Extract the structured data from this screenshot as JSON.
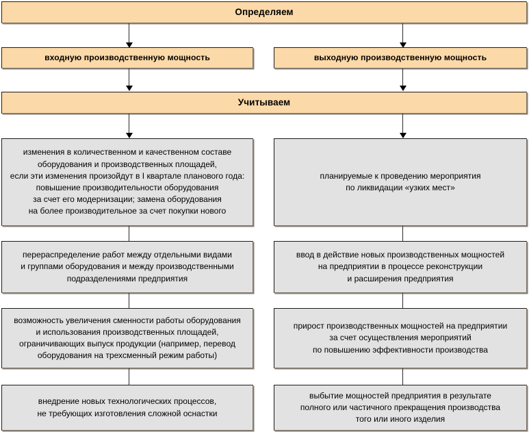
{
  "diagram": {
    "title_banner": "Определяем",
    "second_banner": "Учитываем",
    "columns": {
      "left_header": "входную производственную мощность",
      "right_header": "выходную производственную мощность"
    },
    "left_items": [
      "изменения в количественном и качественном составе\nоборудования и производственных площадей,\nесли эти изменения произойдут в I квартале планового года:\nповышение производительности оборудования\nза счет его модернизации; замена оборудования\nна более производительное за счет покупки нового",
      "перераспределение работ между отдельными видами\nи группами оборудования и между производственными\nподразделениями предприятия",
      "возможность увеличения сменности работы оборудования\nи использования производственных площадей,\nограничивающих выпуск продукции (например, перевод\nоборудования на трехсменный режим работы)",
      "внедрение новых технологических процессов,\nне требующих изготовления сложной оснастки"
    ],
    "right_items": [
      "планируемые к проведению мероприятия\nпо ликвидации «узких мест»",
      "ввод в действие новых производственных мощностей\nна предприятии в процессе реконструкции\nи расширения предприятия",
      "прирост производственных мощностей на предприятии\nза счет осуществления мероприятий\nпо повышению эффективности производства",
      "выбытие мощностей предприятия в результате\nполного или частичного прекращения производства\nтого или иного изделия"
    ],
    "colors": {
      "banner_fill": "#fcd9a8",
      "content_fill": "#e2e2e2",
      "border": "#1a1a1a",
      "shadow": "#8a8278",
      "connector": "#2b2b2b"
    }
  }
}
